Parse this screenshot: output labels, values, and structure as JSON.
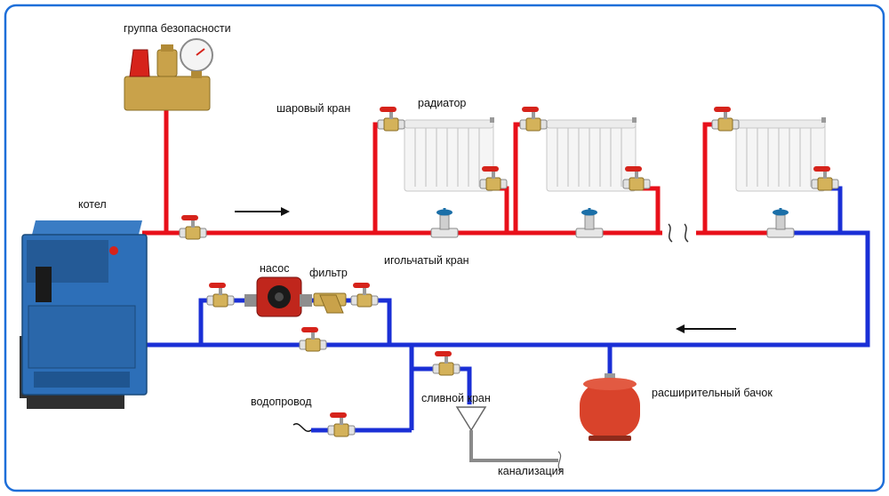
{
  "labels": {
    "safety_group": "группа безопасности",
    "ball_valve": "шаровый кран",
    "radiator": "радиатор",
    "boiler": "котел",
    "needle_valve": "игольчатый кран",
    "pump": "насос",
    "filter": "фильтр",
    "water_supply": "водопровод",
    "drain_valve": "сливной кран",
    "expansion_tank": "расширительный бачок",
    "sewer": "канализация"
  },
  "colors": {
    "supply_pipe": "#e8101a",
    "return_pipe": "#1a2fd6",
    "drain_pipe": "#8a8a8a",
    "frame": "#1e6fd9",
    "boiler_body": "#2d6fb8",
    "expansion_tank": "#d9432b",
    "pump_body": "#c0261c",
    "brass": "#c9a24a",
    "valve_handle": "#d6231b"
  },
  "icons": [
    "ball-valve-icon",
    "needle-valve-icon",
    "radiator-icon",
    "boiler-icon",
    "pump-icon",
    "filter-icon",
    "expansion-tank-icon",
    "safety-group-icon",
    "flow-arrow-icon",
    "pipe-break-icon",
    "drain-funnel-icon"
  ]
}
